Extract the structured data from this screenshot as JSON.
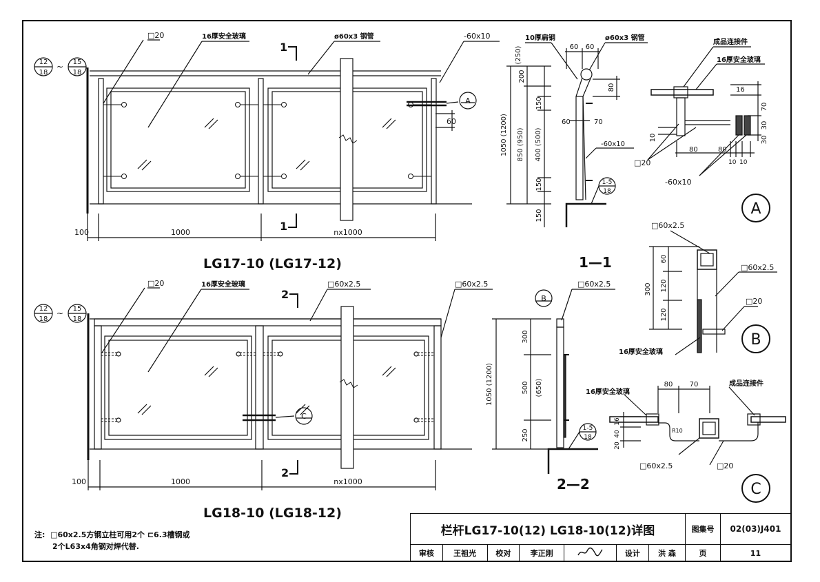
{
  "detail_lg17": {
    "ref_top": "12",
    "ref_bottom": "18",
    "tilde": "~",
    "ref2_top": "15",
    "ref2_bottom": "18",
    "label_sq20": "□20",
    "label_glass": "16厚安全玻璃",
    "label_pipe": "ø60x3 钢管",
    "label_flat": "-60x10",
    "section_num": "1",
    "detail_marker": "A",
    "dim_60": "60",
    "dim_100": "100",
    "dim_1000": "1000",
    "dim_n1000": "nx1000",
    "caption": "LG17-10 (LG17-12)"
  },
  "section_11": {
    "label_flat_steel": "10厚扁钢",
    "label_pipe": "ø60x3 钢管",
    "dim_60a": "60",
    "dim_60b": "60",
    "dim_250": "(250)",
    "dim_200": "200",
    "dim_80": "80",
    "dim_150a": "150",
    "dim_60c": "60",
    "dim_70": "70",
    "dim_1050": "1050 (1200)",
    "dim_850": "850 (950)",
    "dim_400": "400 (500)",
    "label_flat": "-60x10",
    "dim_150b": "150",
    "dim_150c": "150",
    "ref_top": "1-5",
    "ref_bottom": "18",
    "caption": "1—1"
  },
  "detail_a": {
    "label_connector": "成品连接件",
    "label_glass": "16厚安全玻璃",
    "dim_16": "16",
    "dim_70": "70",
    "dim_30a": "30",
    "dim_30b": "30",
    "dim_10": "10",
    "dim_80a": "80",
    "dim_80b": "80",
    "dim_10a": "10",
    "dim_10b": "10",
    "label_sq20": "□20",
    "label_flat": "-60x10",
    "marker": "A"
  },
  "detail_lg18": {
    "ref_top": "12",
    "ref_bottom": "18",
    "tilde": "~",
    "ref2_top": "15",
    "ref2_bottom": "18",
    "label_sq20": "□20",
    "label_glass": "16厚安全玻璃",
    "label_tube_a": "□60x2.5",
    "label_tube_b": "□60x2.5",
    "section_num": "2",
    "detail_marker": "C",
    "dim_100": "100",
    "dim_1000": "1000",
    "dim_n1000": "nx1000",
    "caption": "LG18-10 (LG18-12)"
  },
  "section_22": {
    "marker": "B",
    "label_tube": "□60x2.5",
    "dim_1050": "1050 (1200)",
    "dim_300": "300",
    "dim_500": "500",
    "dim_650": "(650)",
    "dim_250": "250",
    "ref_top": "1-5",
    "ref_bottom": "18",
    "caption": "2—2"
  },
  "detail_b": {
    "label_tube": "□60x2.5",
    "label_tube2": "□60x2.5",
    "dim_300": "300",
    "dim_60": "60",
    "dim_120a": "120",
    "dim_120b": "120",
    "label_sq20": "□20",
    "label_glass": "16厚安全玻璃",
    "marker": "B"
  },
  "detail_c": {
    "label_glass": "16厚安全玻璃",
    "label_connector": "成品连接件",
    "dim_80": "80",
    "dim_70": "70",
    "dim_16": "16",
    "dim_40": "40",
    "dim_20": "20",
    "label_r10": "R10",
    "label_tube": "□60x2.5",
    "label_sq20": "□20",
    "marker": "C"
  },
  "notes": {
    "prefix": "注:",
    "line1": "□60x2.5方钢立柱可用2个 ⊏6.3槽钢或",
    "line2": "2个L63x4角钢对焊代替."
  },
  "title_block": {
    "title": "栏杆LG17-10(12) LG18-10(12)详图",
    "atlas_label": "图集号",
    "atlas_no": "02(03)J401",
    "review_label": "审核",
    "reviewer": "王祖光",
    "check_label": "校对",
    "checker": "李正刚",
    "design_label": "设计",
    "designer": "洪  森",
    "page_label": "页",
    "page_no": "11"
  }
}
